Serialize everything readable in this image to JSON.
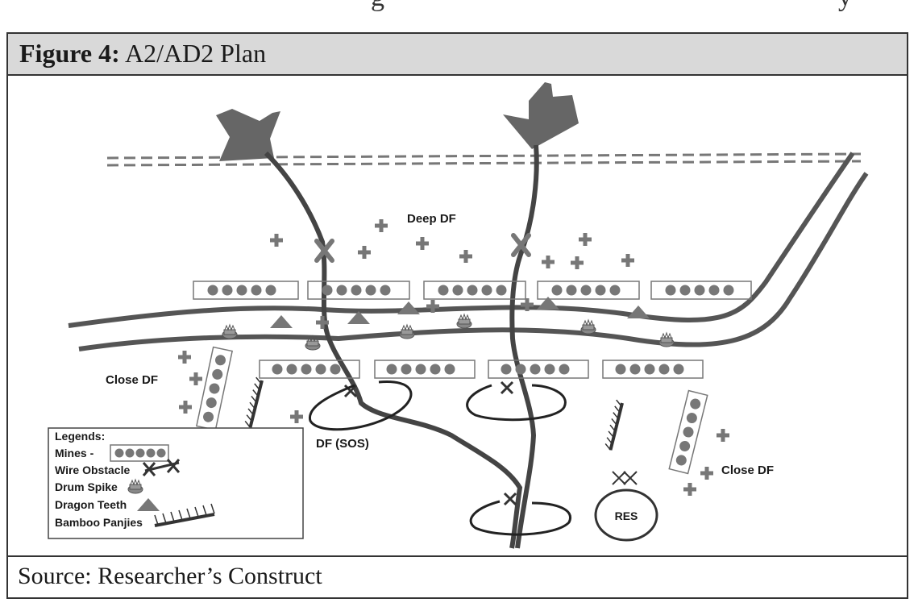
{
  "top_text": {
    "left": "g",
    "right": "y"
  },
  "figure": {
    "label": "Figure 4:",
    "title": "A2/AD2 Plan"
  },
  "source": "Source: Researcher’s Construct",
  "labels": {
    "deep_df": "Deep DF",
    "close_df_left": "Close DF",
    "close_df_right": "Close DF",
    "df_sos": "DF (SOS)",
    "res": "RES"
  },
  "legend": {
    "title": "Legends:",
    "mines": "Mines -",
    "wire": "Wire Obstacle",
    "drum": "Drum Spike",
    "dragon": "Dragon Teeth",
    "bamboo": "Bamboo Panjies"
  },
  "colors": {
    "mark": "#777777",
    "line": "#444444",
    "dark": "#333333"
  }
}
